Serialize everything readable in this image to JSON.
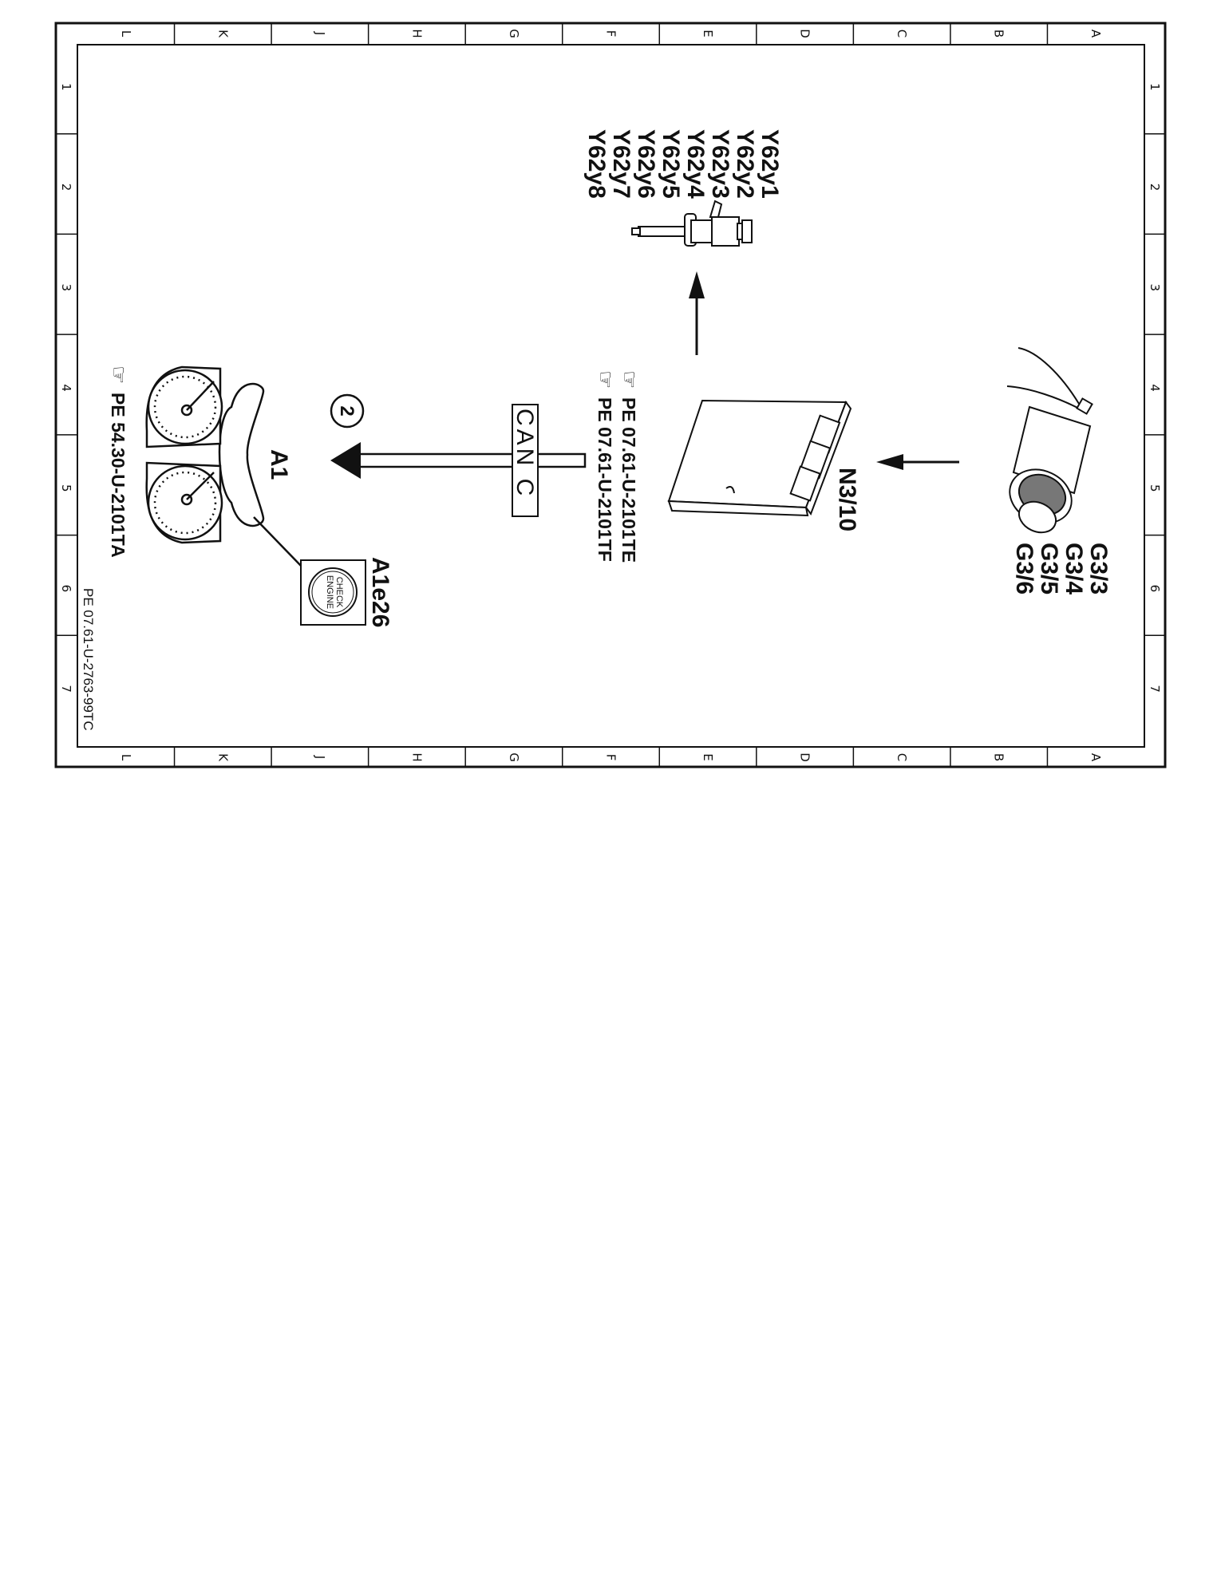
{
  "frame": {
    "column_letters": [
      "L",
      "K",
      "J",
      "H",
      "G",
      "F",
      "E",
      "D",
      "C",
      "B",
      "A"
    ],
    "row_numbers": [
      "1",
      "2",
      "3",
      "4",
      "5",
      "6",
      "7"
    ]
  },
  "components": {
    "injectors": {
      "labels": [
        "Y62y1",
        "Y62y2",
        "Y62y3",
        "Y62y4",
        "Y62y5",
        "Y62y6",
        "Y62y7",
        "Y62y8"
      ]
    },
    "sensors": {
      "labels": [
        "G3/3",
        "G3/4",
        "G3/5",
        "G3/6"
      ]
    },
    "ecu": {
      "label": "N3/10"
    },
    "bus": {
      "label": "CAN C"
    },
    "step_marker": {
      "label": "2"
    },
    "cluster": {
      "label": "A1"
    },
    "check_engine": {
      "label": "A1e26",
      "lamp_line1": "CHECK",
      "lamp_line2": "ENGINE"
    }
  },
  "references": {
    "ecu_ref1": "PE 07.61-U-2101TE",
    "ecu_ref2": "PE 07.61-U-2101TF",
    "cluster_ref": "PE 54.30-U-2101TA",
    "drawing_id": "PE 07.61-U-2763-99TC"
  },
  "hand_icon_glyph": "☞"
}
